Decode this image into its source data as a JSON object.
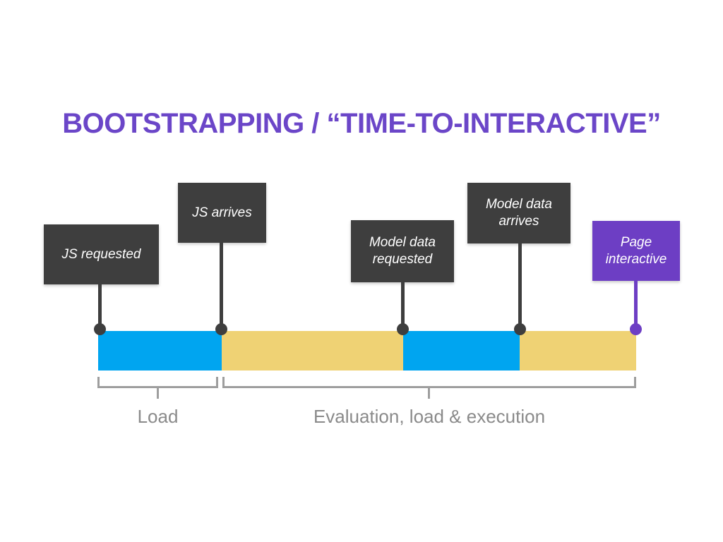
{
  "slide": {
    "title": "BOOTSTRAPPING / “TIME-TO-INTERACTIVE”"
  },
  "callouts": [
    {
      "label": "JS requested",
      "style": "dark"
    },
    {
      "label": "JS arrives",
      "style": "dark"
    },
    {
      "label": "Model data requested",
      "style": "dark"
    },
    {
      "label": "Model data arrives",
      "style": "dark"
    },
    {
      "label": "Page interactive",
      "style": "purple"
    }
  ],
  "timeline": {
    "segments": [
      {
        "order": 1,
        "color": "#00A5F0"
      },
      {
        "order": 2,
        "color": "#EFD274"
      },
      {
        "order": 3,
        "color": "#00A5F0"
      },
      {
        "order": 4,
        "color": "#EFD274"
      }
    ],
    "marker_color_default": "#3E3E3E",
    "marker_color_final": "#6D3EC4"
  },
  "phases": [
    {
      "label": "Load"
    },
    {
      "label": "Evaluation, load & execution"
    }
  ],
  "colors": {
    "title_purple": "#6B46C8",
    "accent_purple": "#6D3EC4",
    "box_dark": "#3E3E3E",
    "segment_blue": "#00A5F0",
    "segment_yellow": "#EFD274",
    "bracket_gray": "#9E9E9E",
    "phase_label_gray": "#8A8A8A",
    "background": "#FFFFFF"
  }
}
